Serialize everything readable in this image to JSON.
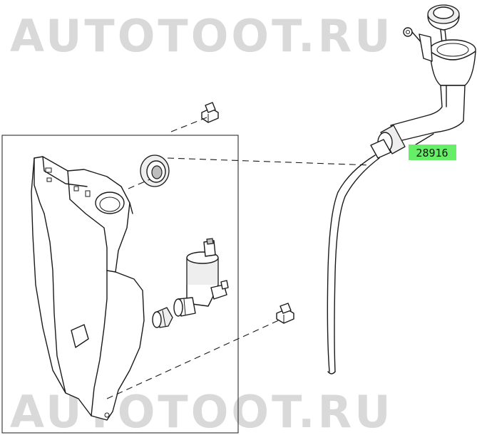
{
  "watermark": {
    "top_text": "AUTOTOOT.RU",
    "bottom_text": "AUTOTOOT.RU"
  },
  "callouts": [
    {
      "label": "28916",
      "highlight_color": "#66ee66"
    }
  ]
}
